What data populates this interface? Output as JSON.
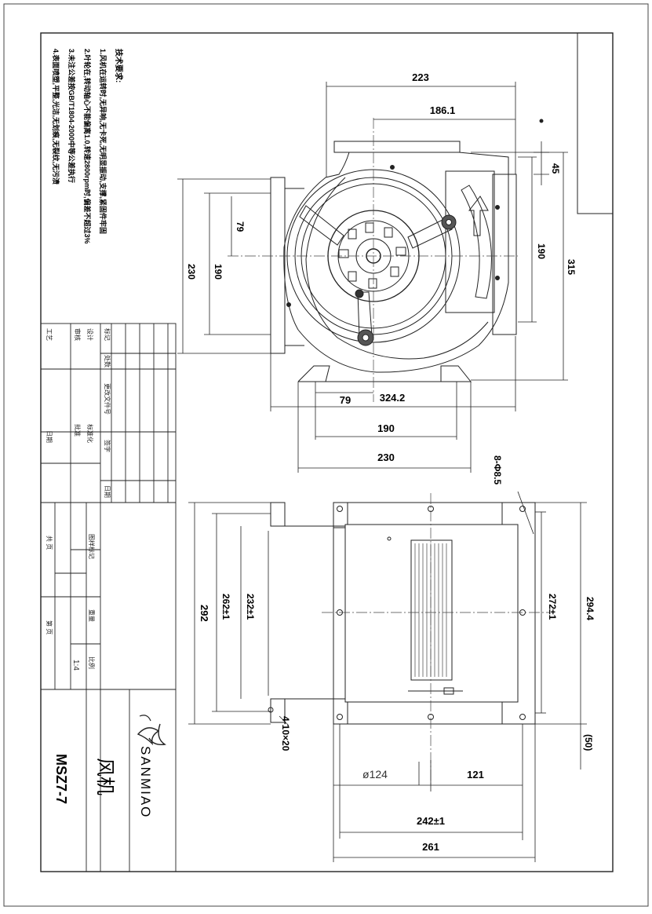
{
  "technical_notes": {
    "heading": "技术要求:",
    "items": [
      "1.风机在运转时,无异响,无卡死,无明显振动,支撑,紧固件牢固",
      "2.叶轮在,转动轴心不能偏离1.0,转速2800rpm时,偏差不超过3%",
      "3.未注公差按GB/T1804-2000中等公差执行",
      "4.表面喷塑,平整,光洁,无划痕,无裂纹,无污渍"
    ]
  },
  "top_view_dims": {
    "d223": "223",
    "d186_1": "186.1",
    "d45": "45",
    "d190_right": "190",
    "d315": "315",
    "d230_left": "230",
    "d190_left": "190",
    "d79_left": "79",
    "d324_2": "324.2",
    "d79_bottom": "79",
    "d190_bottom": "190",
    "d230_bottom": "230"
  },
  "side_view_dims": {
    "holes": "8-Φ8.5",
    "d292": "292",
    "d262": "262±1",
    "d232": "232±1",
    "d272": "272±1",
    "d294_4": "294.4",
    "d50": "(50)",
    "slots": "4-10×20",
    "phi124": "ø124",
    "d121": "121",
    "d242": "242±1",
    "d261": "261"
  },
  "title_block": {
    "part_no": "MSZ7-7",
    "name": "风机",
    "brand": "SANMIAO",
    "scale_label": "比例",
    "scale_value": "1:4",
    "weight_label": "重量",
    "grid_labels": [
      "标记",
      "处数",
      "更改文件号",
      "签字",
      "日期"
    ],
    "role_labels": [
      "设计",
      "审核",
      "工艺",
      "标准化",
      "批准",
      "日期"
    ],
    "sheet_labels": [
      "图样标记",
      "共  页",
      "第  页"
    ]
  }
}
